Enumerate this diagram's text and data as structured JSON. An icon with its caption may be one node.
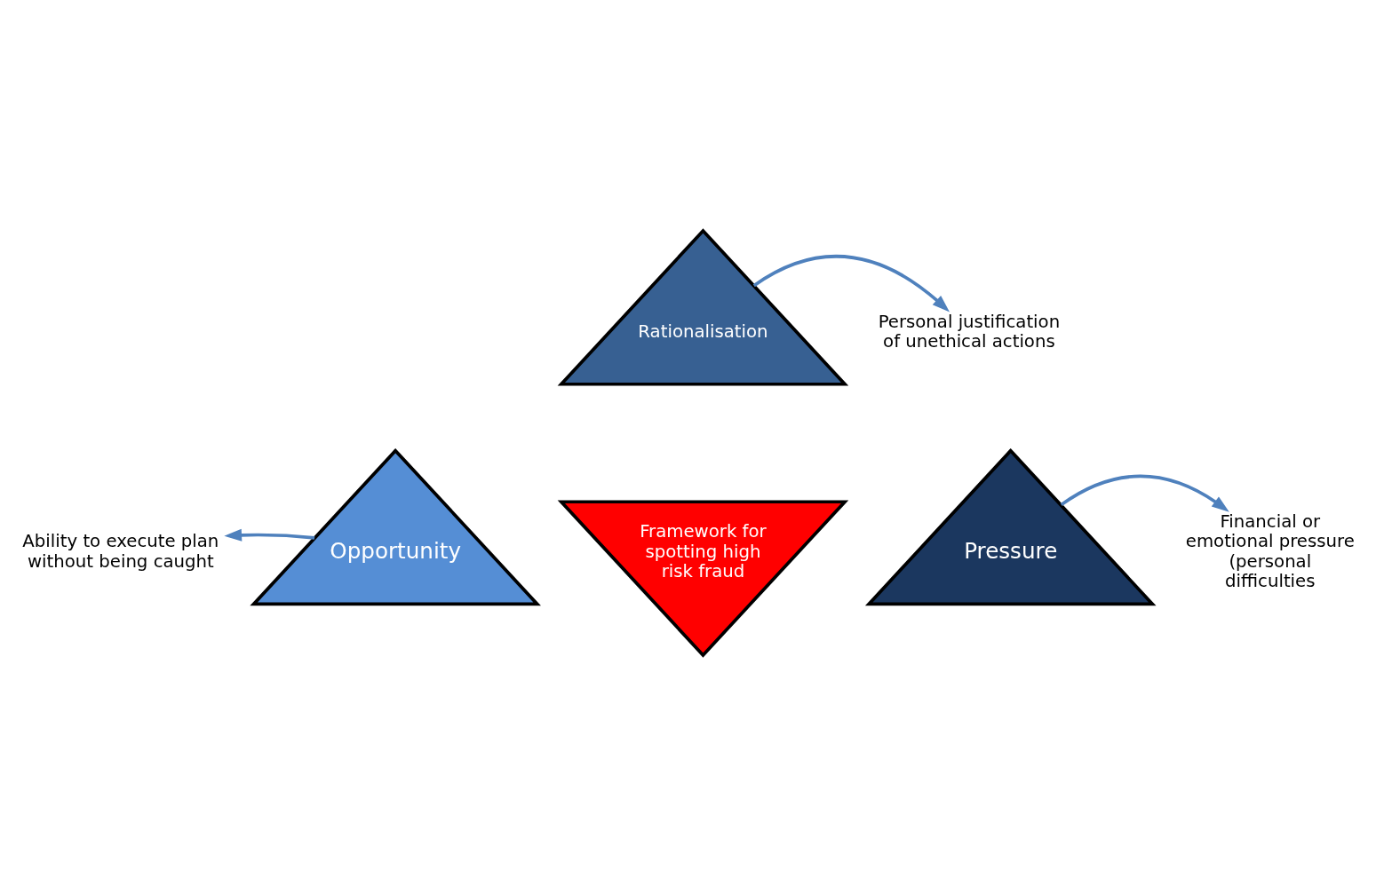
{
  "diagram": {
    "nodes": [
      {
        "text": [
          "Rationalisation"
        ]
      },
      {
        "text": [
          "Framework for spotting high risk fraud"
        ]
      },
      {
        "text": [
          "Opportunity"
        ]
      },
      {
        "text": [
          "Pressure"
        ]
      },
      {
        "text": [
          "Personal justification of unethical actions"
        ]
      },
      {
        "text": [
          "Ability to execute plan without being caught"
        ]
      },
      {
        "text": [
          "Financial or emotional pressure (personal difficulties"
        ]
      }
    ],
    "edges": [
      {
        "from": 0,
        "to": 4,
        "arrow": "to",
        "color": "#4f81bd"
      },
      {
        "from": 2,
        "to": 5,
        "arrow": "to",
        "color": "#4f81bd"
      },
      {
        "from": 3,
        "to": 6,
        "arrow": "to",
        "color": "#4f81bd"
      }
    ]
  }
}
